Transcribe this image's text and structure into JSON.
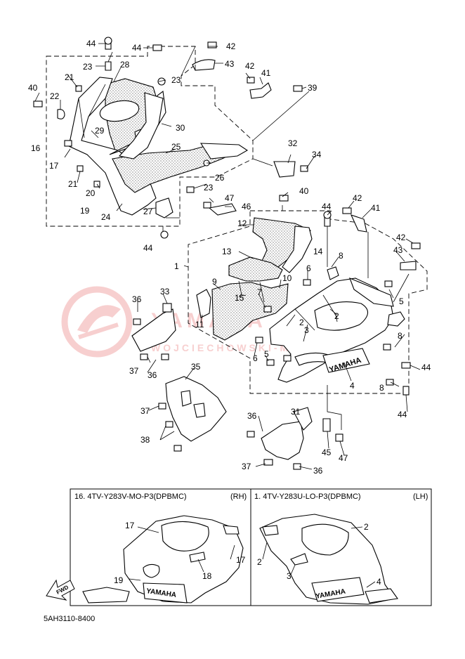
{
  "footer_code": "5AH3110-8400",
  "watermark": {
    "text_large": "YAMAHA",
    "text_small": "WOJCIECHOWSKI-MOTO",
    "color": "#f2a9a9"
  },
  "callouts": [
    {
      "id": "c44a",
      "text": "44"
    },
    {
      "id": "c44b",
      "text": "44"
    },
    {
      "id": "c42a",
      "text": "42"
    },
    {
      "id": "c43a",
      "text": "43"
    },
    {
      "id": "c23a",
      "text": "23"
    },
    {
      "id": "c28",
      "text": "28"
    },
    {
      "id": "c23b",
      "text": "23"
    },
    {
      "id": "c42b",
      "text": "42"
    },
    {
      "id": "c41a",
      "text": "41"
    },
    {
      "id": "c39",
      "text": "39"
    },
    {
      "id": "c21a",
      "text": "21"
    },
    {
      "id": "c40a",
      "text": "40"
    },
    {
      "id": "c22",
      "text": "22"
    },
    {
      "id": "c29",
      "text": "29"
    },
    {
      "id": "c30",
      "text": "30"
    },
    {
      "id": "c16",
      "text": "16"
    },
    {
      "id": "c25",
      "text": "25"
    },
    {
      "id": "c32",
      "text": "32"
    },
    {
      "id": "c34",
      "text": "34"
    },
    {
      "id": "c17",
      "text": "17"
    },
    {
      "id": "c26",
      "text": "26"
    },
    {
      "id": "c21b",
      "text": "21"
    },
    {
      "id": "c23c",
      "text": "23"
    },
    {
      "id": "c20",
      "text": "20"
    },
    {
      "id": "c40b",
      "text": "40"
    },
    {
      "id": "c47a",
      "text": "47"
    },
    {
      "id": "c19",
      "text": "19"
    },
    {
      "id": "c24",
      "text": "24"
    },
    {
      "id": "c27",
      "text": "27"
    },
    {
      "id": "c46",
      "text": "46"
    },
    {
      "id": "c42c",
      "text": "42"
    },
    {
      "id": "c44c",
      "text": "44"
    },
    {
      "id": "c41b",
      "text": "41"
    },
    {
      "id": "c12",
      "text": "12"
    },
    {
      "id": "c44d",
      "text": "44"
    },
    {
      "id": "c42d",
      "text": "42"
    },
    {
      "id": "c13",
      "text": "13"
    },
    {
      "id": "c14",
      "text": "14"
    },
    {
      "id": "c8a",
      "text": "8"
    },
    {
      "id": "c43b",
      "text": "43"
    },
    {
      "id": "c1",
      "text": "1"
    },
    {
      "id": "c6a",
      "text": "6"
    },
    {
      "id": "c9",
      "text": "9"
    },
    {
      "id": "c10",
      "text": "10"
    },
    {
      "id": "c5a",
      "text": "5"
    },
    {
      "id": "c15",
      "text": "15"
    },
    {
      "id": "c7",
      "text": "7"
    },
    {
      "id": "c36a",
      "text": "36"
    },
    {
      "id": "c33",
      "text": "33"
    },
    {
      "id": "c11",
      "text": "11"
    },
    {
      "id": "c2a",
      "text": "2"
    },
    {
      "id": "c2b",
      "text": "2"
    },
    {
      "id": "c3",
      "text": "3"
    },
    {
      "id": "c8b",
      "text": "8"
    },
    {
      "id": "c6b",
      "text": "6"
    },
    {
      "id": "c5b",
      "text": "5"
    },
    {
      "id": "c37a",
      "text": "37"
    },
    {
      "id": "c36b",
      "text": "36"
    },
    {
      "id": "c44e",
      "text": "44"
    },
    {
      "id": "c35",
      "text": "35"
    },
    {
      "id": "c4a",
      "text": "4"
    },
    {
      "id": "c8c",
      "text": "8"
    },
    {
      "id": "c44f",
      "text": "44"
    },
    {
      "id": "c37b",
      "text": "37"
    },
    {
      "id": "c31",
      "text": "31"
    },
    {
      "id": "c36c",
      "text": "36"
    },
    {
      "id": "c38",
      "text": "38"
    },
    {
      "id": "c45",
      "text": "45"
    },
    {
      "id": "c47b",
      "text": "47"
    },
    {
      "id": "c37c",
      "text": "37"
    },
    {
      "id": "c36d",
      "text": "36"
    }
  ],
  "variants": {
    "right": {
      "header": "16. 4TV-Y283V-MO-P3(DPBMC)",
      "side": "(RH)",
      "logo": "YAMAHA",
      "callouts": [
        {
          "id": "r17a",
          "text": "17"
        },
        {
          "id": "r17b",
          "text": "17"
        },
        {
          "id": "r18",
          "text": "18"
        },
        {
          "id": "r19",
          "text": "19"
        }
      ],
      "fwd_label": "FWD"
    },
    "left": {
      "header": "1. 4TV-Y283U-LO-P3(DPBMC)",
      "side": "(LH)",
      "logo": "YAMAHA",
      "callouts": [
        {
          "id": "l2a",
          "text": "2"
        },
        {
          "id": "l2b",
          "text": "2"
        },
        {
          "id": "l3",
          "text": "3"
        },
        {
          "id": "l4",
          "text": "4"
        }
      ]
    }
  },
  "main_logo": "YAMAHA"
}
